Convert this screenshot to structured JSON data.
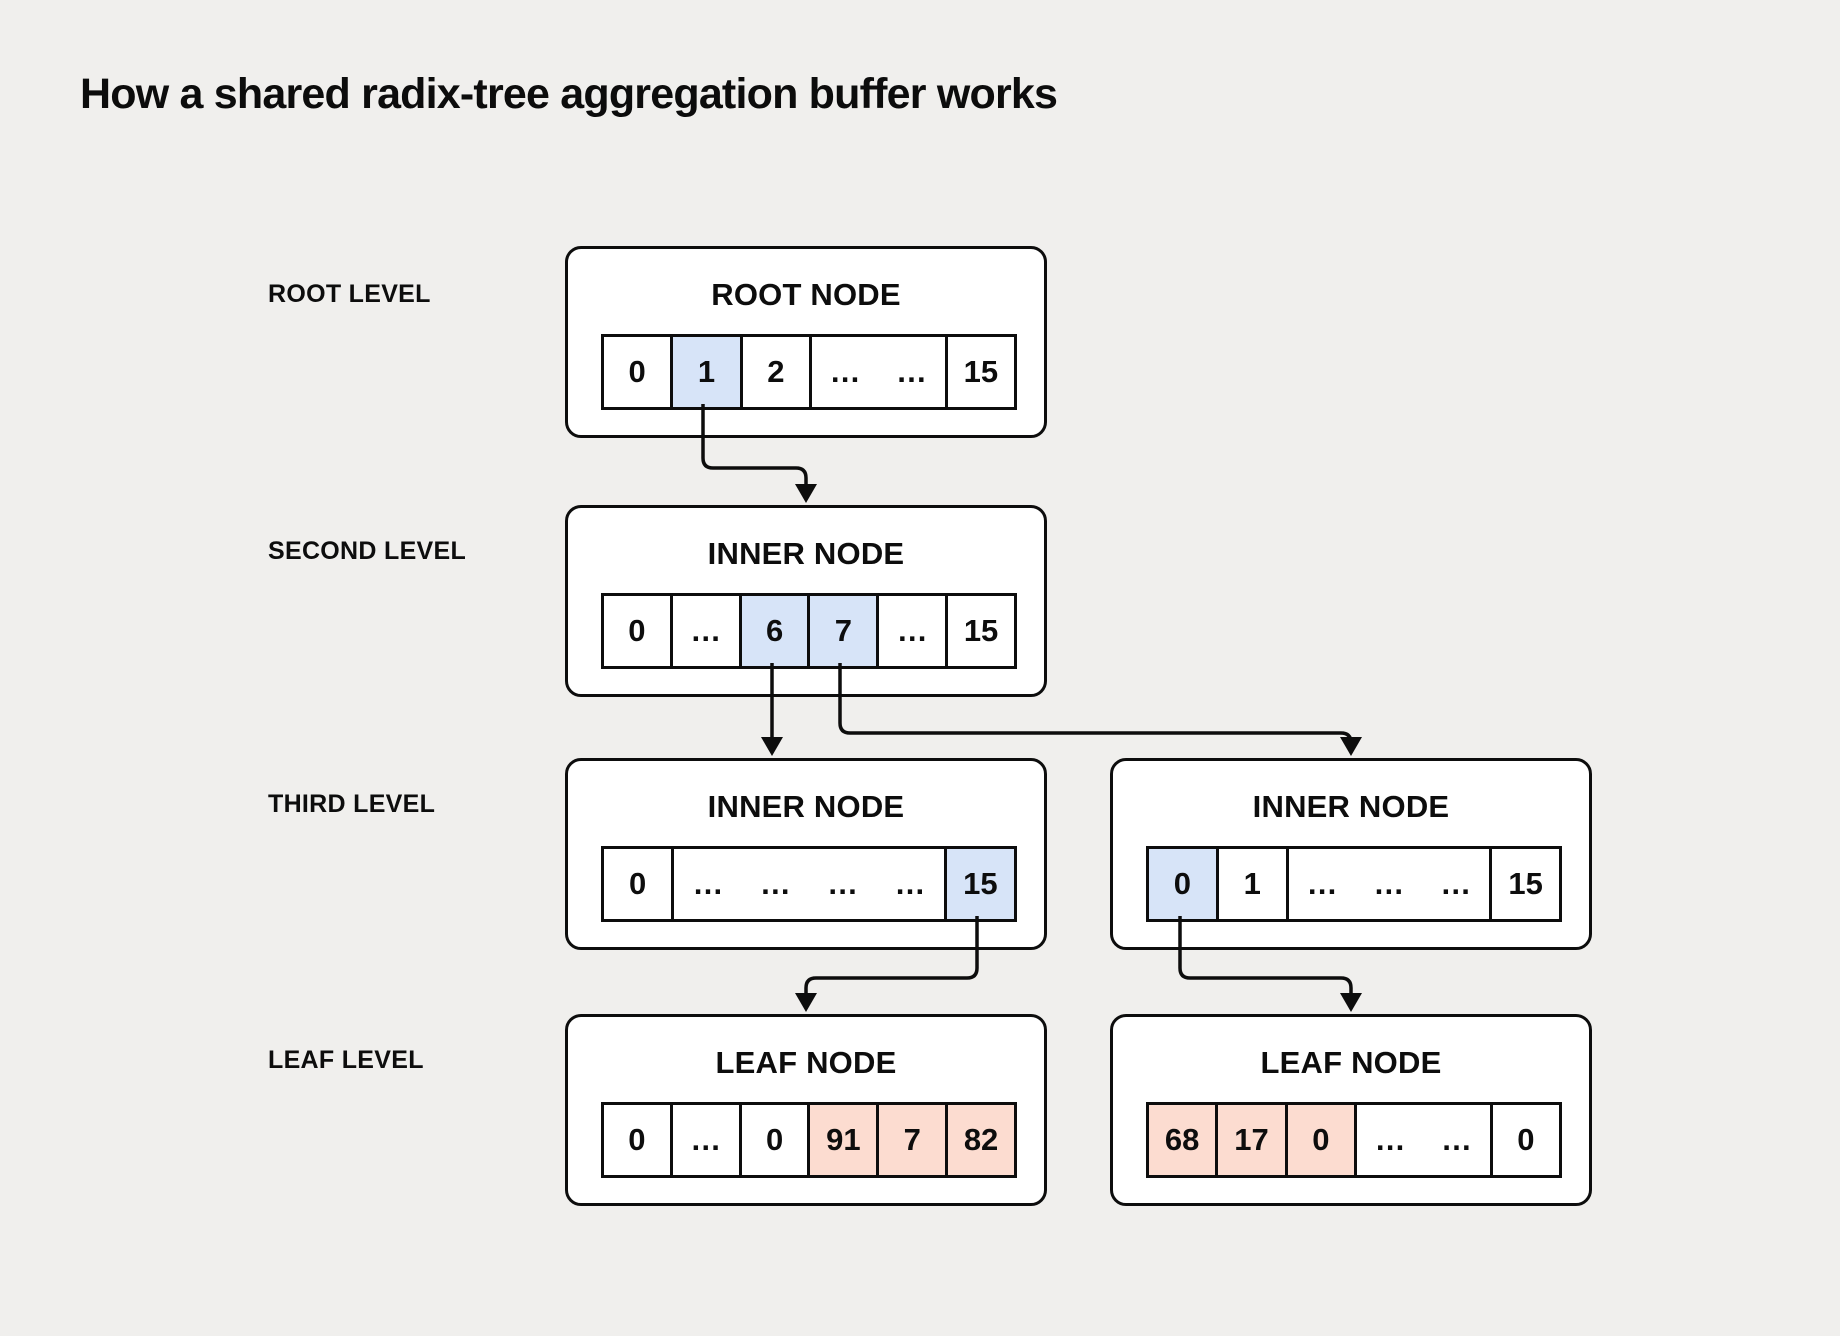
{
  "page": {
    "title": "How a shared radix-tree aggregation buffer works",
    "background": "#f0efed"
  },
  "colors": {
    "node_background": "#ffffff",
    "line": "#0d0d0d",
    "highlight_blue": "#d7e4f8",
    "highlight_pink": "#fcdcd0"
  },
  "glyphs": {
    "ellipsis": "…"
  },
  "levels": [
    {
      "id": "root",
      "label": "ROOT LEVEL"
    },
    {
      "id": "second",
      "label": "SECOND LEVEL"
    },
    {
      "id": "third",
      "label": "THIRD LEVEL"
    },
    {
      "id": "leaf",
      "label": "LEAF LEVEL"
    }
  ],
  "nodes": [
    {
      "id": "root-node",
      "level": "root",
      "title": "ROOT NODE",
      "cells": [
        {
          "v": "0"
        },
        {
          "v": "1",
          "hl": "blue"
        },
        {
          "v": "2"
        },
        {
          "dots": 2,
          "span": 2
        },
        {
          "v": "15"
        }
      ]
    },
    {
      "id": "inner-node-second",
      "level": "second",
      "title": "INNER NODE",
      "cells": [
        {
          "v": "0"
        },
        {
          "dots": 1
        },
        {
          "v": "6",
          "hl": "blue"
        },
        {
          "v": "7",
          "hl": "blue"
        },
        {
          "dots": 1
        },
        {
          "v": "15"
        }
      ]
    },
    {
      "id": "inner-node-third-left",
      "level": "third",
      "title": "INNER NODE",
      "cells": [
        {
          "v": "0"
        },
        {
          "dots": 4,
          "span": 4
        },
        {
          "v": "15",
          "hl": "blue"
        }
      ]
    },
    {
      "id": "inner-node-third-right",
      "level": "third",
      "title": "INNER NODE",
      "cells": [
        {
          "v": "0",
          "hl": "blue"
        },
        {
          "v": "1"
        },
        {
          "dots": 3,
          "span": 3
        },
        {
          "v": "15"
        }
      ]
    },
    {
      "id": "leaf-node-left",
      "level": "leaf",
      "title": "LEAF NODE",
      "cells": [
        {
          "v": "0"
        },
        {
          "dots": 1
        },
        {
          "v": "0"
        },
        {
          "v": "91",
          "hl": "pink"
        },
        {
          "v": "7",
          "hl": "pink"
        },
        {
          "v": "82",
          "hl": "pink"
        }
      ]
    },
    {
      "id": "leaf-node-right",
      "level": "leaf",
      "title": "LEAF NODE",
      "cells": [
        {
          "v": "68",
          "hl": "pink"
        },
        {
          "v": "17",
          "hl": "pink"
        },
        {
          "v": "0",
          "hl": "pink"
        },
        {
          "dots": 2,
          "span": 2
        },
        {
          "v": "0"
        }
      ]
    }
  ],
  "arrows": [
    {
      "from": "root-node cell 1",
      "to": "inner-node-second"
    },
    {
      "from": "inner-node-second cell 6",
      "to": "inner-node-third-left"
    },
    {
      "from": "inner-node-second cell 7",
      "to": "inner-node-third-right"
    },
    {
      "from": "inner-node-third-left cell 15",
      "to": "leaf-node-left"
    },
    {
      "from": "inner-node-third-right cell 0",
      "to": "leaf-node-right"
    }
  ]
}
